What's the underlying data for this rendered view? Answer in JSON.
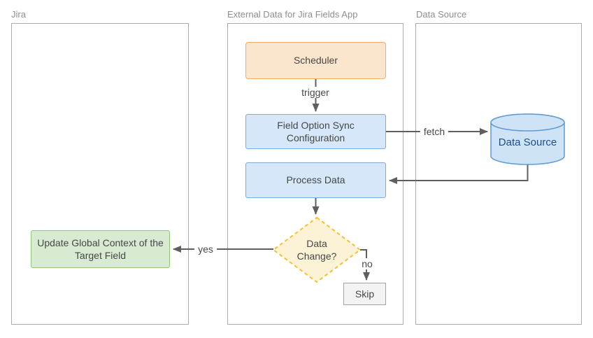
{
  "diagram": {
    "lanes": [
      {
        "id": "jira",
        "label": "Jira"
      },
      {
        "id": "app",
        "label": "External Data for Jira Fields App"
      },
      {
        "id": "data-source",
        "label": "Data Source"
      }
    ],
    "nodes": {
      "scheduler": {
        "label": "Scheduler",
        "type": "process"
      },
      "field_option_sync": {
        "label": "Field Option Sync Configuration",
        "type": "process"
      },
      "process_data": {
        "label": "Process Data",
        "type": "process"
      },
      "data_change": {
        "label": "Data Change?",
        "type": "decision"
      },
      "update_global_context": {
        "label": "Update Global Context of the Target Field",
        "type": "process"
      },
      "skip": {
        "label": "Skip",
        "type": "terminal"
      },
      "data_source_db": {
        "label": "Data Source",
        "type": "database"
      }
    },
    "edge_labels": {
      "trigger": "trigger",
      "fetch": "fetch",
      "yes": "yes",
      "no": "no"
    },
    "colors": {
      "scheduler_fill": "#FCE5CD",
      "scheduler_stroke": "#F2AE63",
      "process_fill": "#D5E7F8",
      "process_stroke": "#79ABDC",
      "decision_fill": "#FCF2D5",
      "decision_stroke": "#F1C232",
      "action_fill": "#D9EAD3",
      "action_stroke": "#93C47D",
      "skip_fill": "#F3F3F3",
      "skip_stroke": "#A3A3A3",
      "datastore_fill": "#CFE3F7",
      "datastore_stroke": "#5E9AD4",
      "datastore_text": "#1A4E8C",
      "edge_stroke": "#5F5F5F",
      "lane_border": "#ABABAB",
      "lane_label_text": "#8E8E8E",
      "node_text": "#474747"
    }
  }
}
